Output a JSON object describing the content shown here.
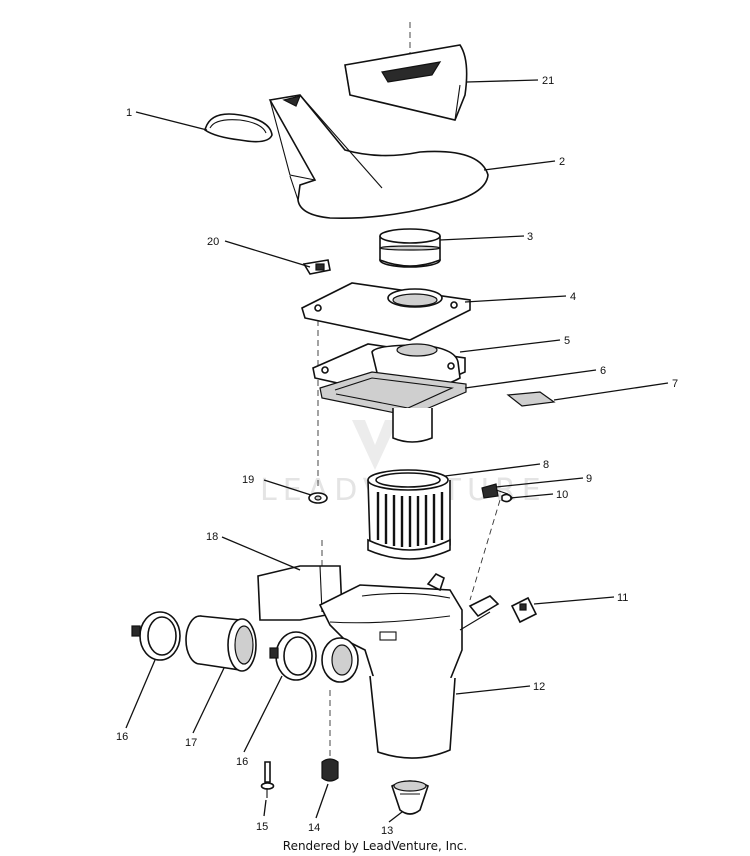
{
  "watermark": "LEADVENTURE",
  "credit": "Rendered by LeadVenture, Inc.",
  "callouts": {
    "c1": "1",
    "c2": "2",
    "c3": "3",
    "c4": "4",
    "c5": "5",
    "c6": "6",
    "c7": "7",
    "c8": "8",
    "c9": "9",
    "c10": "10",
    "c11": "11",
    "c12": "12",
    "c13": "13",
    "c14": "14",
    "c15": "15",
    "c16a": "16",
    "c16b": "16",
    "c17": "17",
    "c18": "18",
    "c19": "19",
    "c20": "20",
    "c21": "21"
  }
}
